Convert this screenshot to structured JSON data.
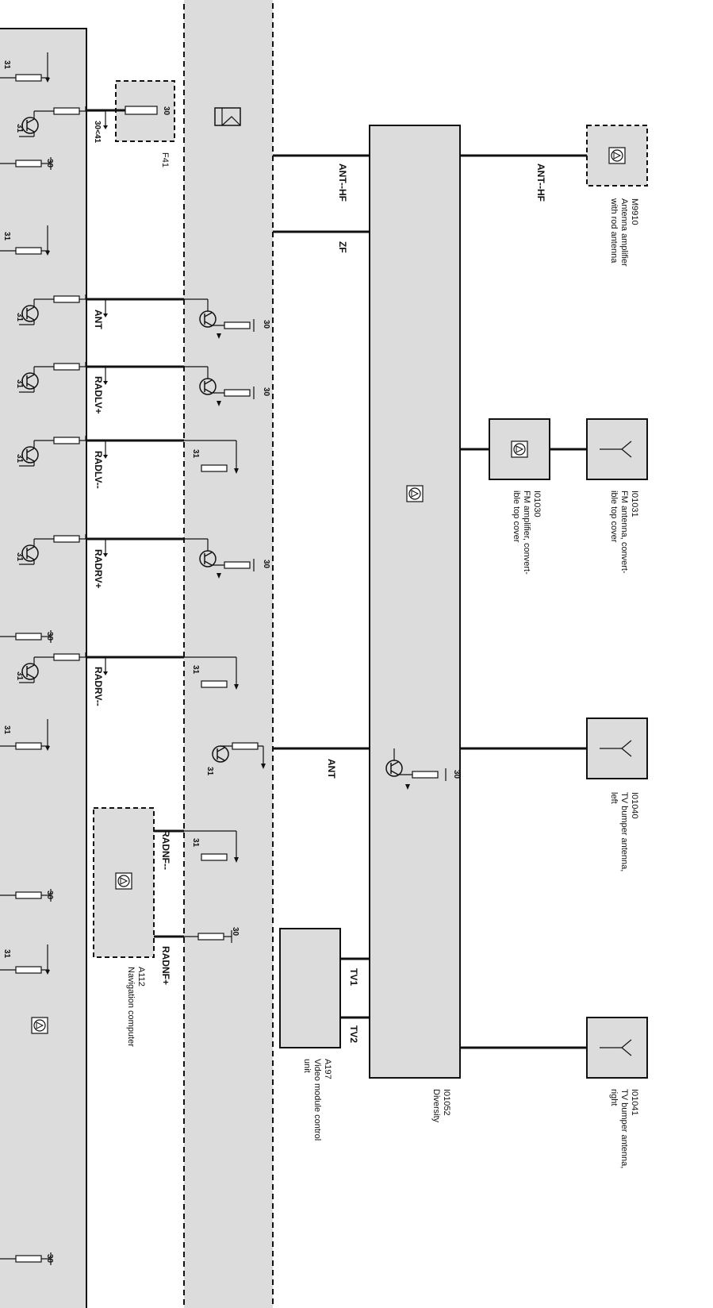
{
  "components": [
    {
      "id": "M9910",
      "lines": [
        "Antenna amplifier",
        "with rod antenna"
      ]
    },
    {
      "id": "I01031",
      "lines": [
        "FM  antenna, convert-",
        "ible top cover"
      ]
    },
    {
      "id": "I01030",
      "lines": [
        "FM  amplifier, convert-",
        "ible top cover"
      ]
    },
    {
      "id": "I01040",
      "lines": [
        "TV bumper antenna,",
        "left"
      ]
    },
    {
      "id": "I01041",
      "lines": [
        "TV bumper antenna,",
        "right"
      ]
    },
    {
      "id": "I01052",
      "lines": [
        "Diversity"
      ]
    },
    {
      "id": "A197",
      "lines": [
        "Video module control",
        "unit"
      ]
    },
    {
      "id": "A112",
      "lines": [
        "Navigation computer"
      ]
    },
    {
      "id": "F41",
      "lines": []
    }
  ],
  "signals": {
    "ant_hf_right": "ANT--HF",
    "ant_hf_mid": "ANT--HF",
    "zf": "ZF",
    "ant_mid": "ANT",
    "ant_left": "ANT",
    "radlv_plus": "RADLV+",
    "radlv_minus": "RADLV--",
    "radrv_plus": "RADRV+",
    "radrv_minus": "RADRV--",
    "radnf_minus": "RADNF--",
    "radnf_plus": "RADNF+",
    "tv1": "TV1",
    "tv2": "TV2",
    "fuse_term": "30<41"
  },
  "pins": {
    "p30": "30",
    "p31": "31"
  }
}
